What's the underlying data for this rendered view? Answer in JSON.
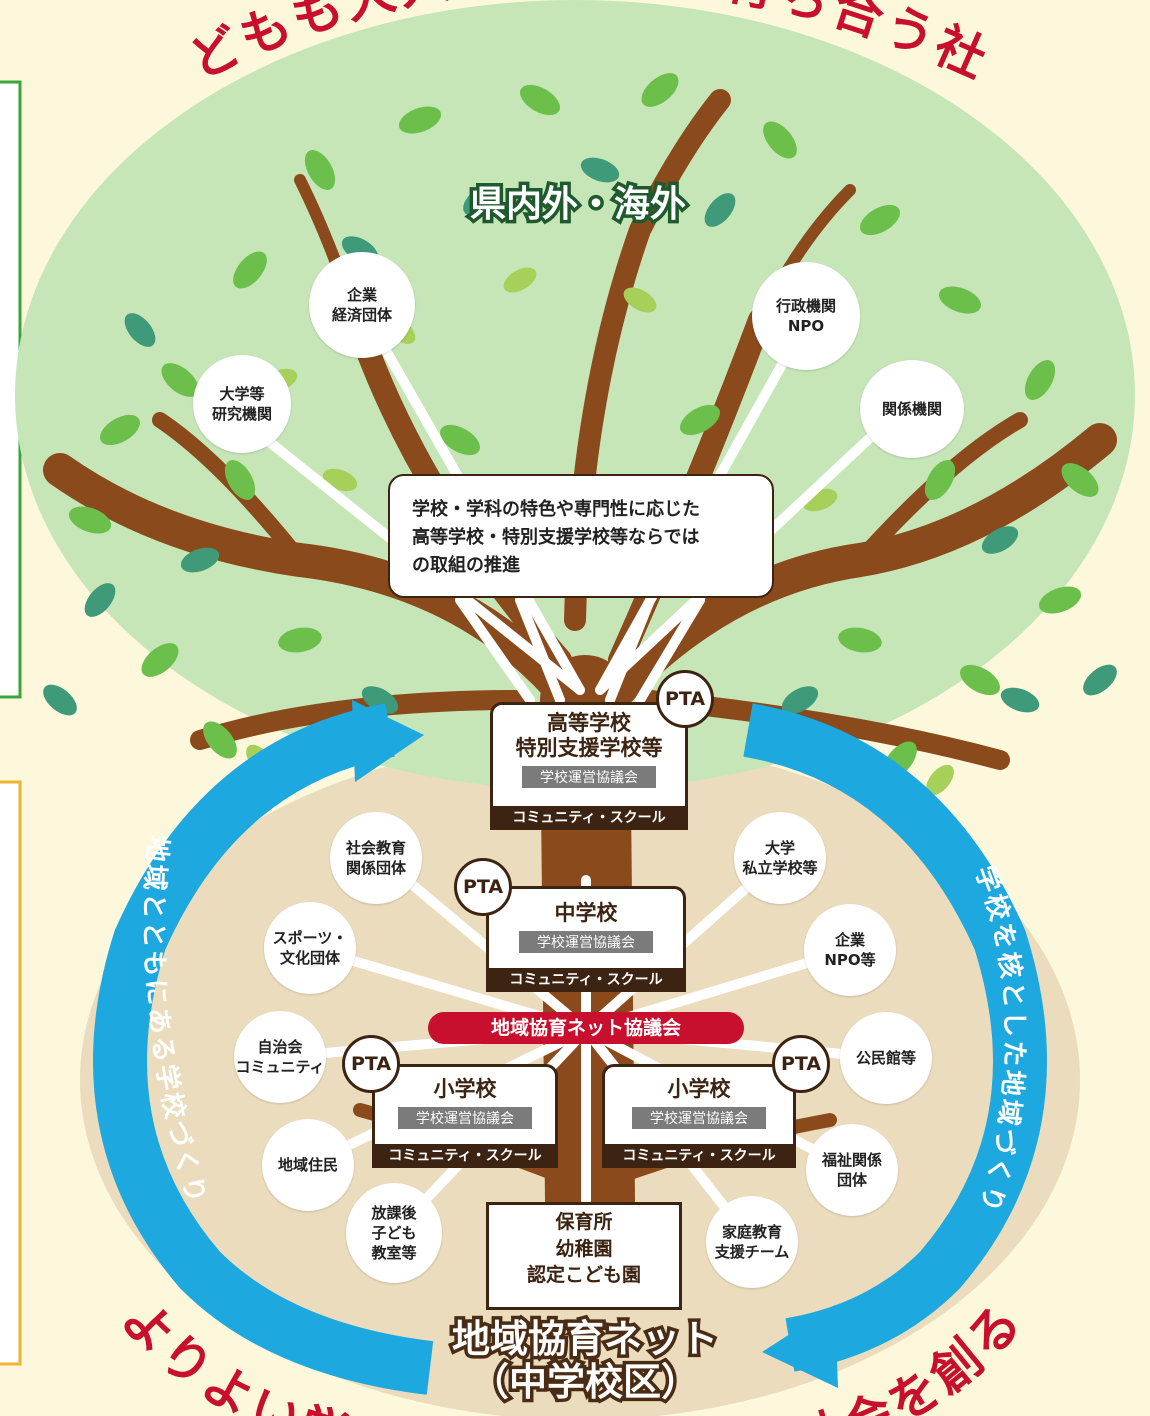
{
  "arc_top": "子どもも大人も学び合い育ち合う社会",
  "arc_bottom_left": "よりよい学校",
  "arc_bottom_right": "社会を創る",
  "canopy_label": "県内外・海外",
  "central_box": [
    "学校・学科の特色や専門性に応じた",
    "高等学校・特別支援学校等ならでは",
    "の取組の推進"
  ],
  "upper_bubbles": {
    "university_research": "大学等\n研究機関",
    "business": "企業\n経済団体",
    "government_npo": "行政機関\nNPO",
    "related_orgs": "関係機関"
  },
  "high_school": {
    "name": "高等学校\n特別支援学校等",
    "council": "学校運営協議会",
    "community_school": "コミュニティ・スクール",
    "pta": "PTA"
  },
  "junior_high": {
    "name": "中学校",
    "council": "学校運営協議会",
    "community_school": "コミュニティ・スクール",
    "pta": "PTA"
  },
  "elementary_left": {
    "name": "小学校",
    "council": "学校運営協議会",
    "community_school": "コミュニティ・スクール",
    "pta": "PTA"
  },
  "elementary_right": {
    "name": "小学校",
    "council": "学校運営協議会",
    "community_school": "コミュニティ・スクール",
    "pta": "PTA"
  },
  "network_council": "地域協育ネット協議会",
  "nursery": "保育所\n幼稚園\n認定こども園",
  "network_title": [
    "地域協育ネット",
    "（中学校区）"
  ],
  "lower_bubbles": {
    "social_education": "社会教育\n関係団体",
    "sports_culture": "スポーツ・\n文化団体",
    "self_government": "自治会\nコミュニティ",
    "residents": "地域住民",
    "after_school": "放課後\n子ども\n教室等",
    "university_private": "大学\n私立学校等",
    "business_npo": "企業\nNPO等",
    "community_center": "公民館等",
    "welfare": "福祉関係\n団体",
    "family_support": "家庭教育\n支援チーム"
  },
  "left_arrow_text": "地域とともにある学校づくり",
  "right_arrow_text": "学校を核とした地域づくり",
  "colors": {
    "background": "#fdf8dc",
    "canopy": "#c6e6b8",
    "ground": "#eadcbc",
    "trunk": "#8a4a1c",
    "arrow": "#1ea8e0",
    "red": "#c8102e",
    "dark_brown": "#3d2412"
  }
}
